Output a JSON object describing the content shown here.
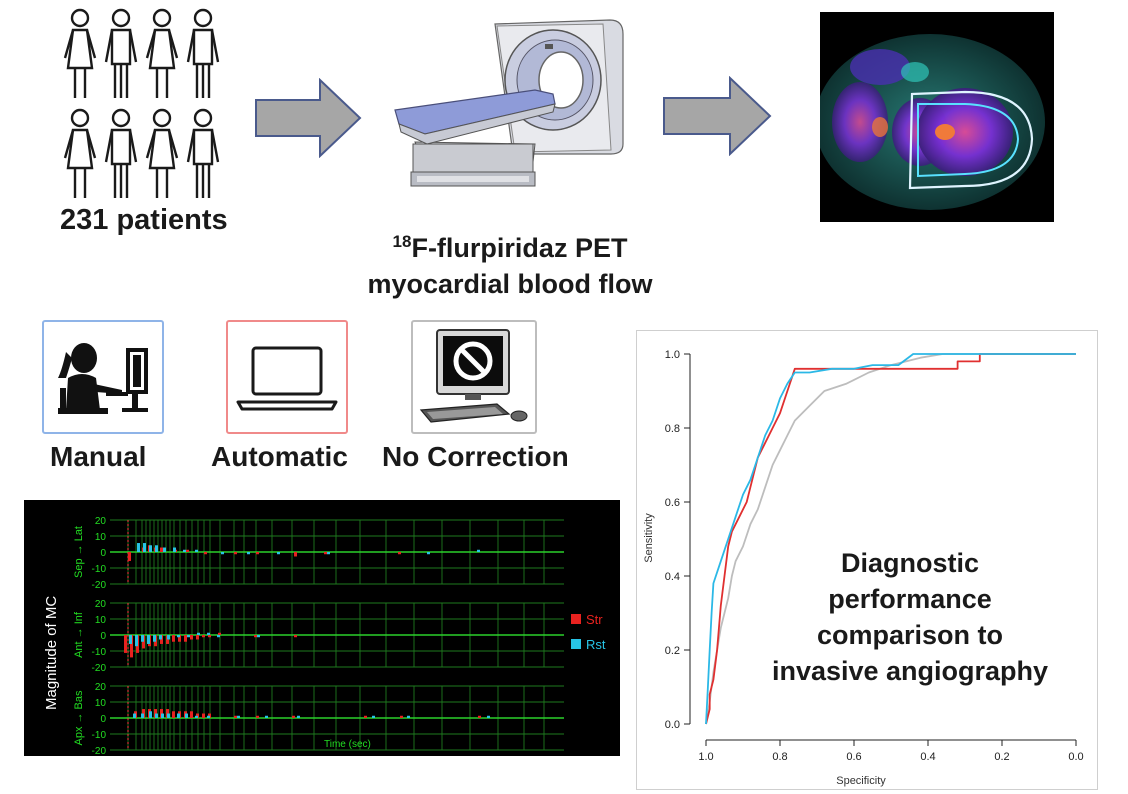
{
  "patients": {
    "label": "231 patients",
    "count": 8
  },
  "pet": {
    "sup": "18",
    "line1_rest": "F-flurpiridaz PET",
    "line2": "myocardial blood flow"
  },
  "methods": [
    {
      "label": "Manual",
      "icon": "person-at-computer-icon",
      "border": "#8fb4e8"
    },
    {
      "label": "Automatic",
      "icon": "laptop-icon",
      "border": "#f08a8a"
    },
    {
      "label": "No Correction",
      "icon": "prohibited-computer-icon",
      "border": "#bdbdbd"
    }
  ],
  "mc_plot": {
    "ylabel": "Magnitude of MC",
    "xlabel": "Time (sec)",
    "panels": [
      {
        "label": "Sep → Lat",
        "ticks": [
          "20",
          "10",
          "0",
          "-10",
          "-20"
        ]
      },
      {
        "label": "Ant → Inf",
        "ticks": [
          "20",
          "10",
          "0",
          "-10",
          "-20"
        ]
      },
      {
        "label": "Apx → Bas",
        "ticks": [
          "20",
          "10",
          "0",
          "-10",
          "-20"
        ]
      }
    ],
    "legend": [
      {
        "name": "Str",
        "color": "#e8221f"
      },
      {
        "name": "Rst",
        "color": "#27c4e6"
      }
    ]
  },
  "roc_text": {
    "line1": "Diagnostic",
    "line2": "performance",
    "line3": "comparison to",
    "line4": "invasive angiography"
  },
  "chart_data": {
    "type": "line",
    "title": "",
    "xlabel": "Specificity",
    "ylabel": "Sensitivity",
    "xlim": [
      1.0,
      0.0
    ],
    "ylim": [
      0.0,
      1.0
    ],
    "x_ticks": [
      "1.0",
      "0.8",
      "0.6",
      "0.4",
      "0.2",
      "0.0"
    ],
    "y_ticks": [
      "0.0",
      "0.2",
      "0.4",
      "0.6",
      "0.8",
      "1.0"
    ],
    "grid": false,
    "series": [
      {
        "color": "#e03030",
        "points": [
          [
            1.0,
            0.0
          ],
          [
            0.99,
            0.04
          ],
          [
            0.99,
            0.08
          ],
          [
            0.98,
            0.12
          ],
          [
            0.97,
            0.2
          ],
          [
            0.96,
            0.32
          ],
          [
            0.95,
            0.4
          ],
          [
            0.94,
            0.48
          ],
          [
            0.93,
            0.52
          ],
          [
            0.91,
            0.56
          ],
          [
            0.89,
            0.6
          ],
          [
            0.88,
            0.64
          ],
          [
            0.86,
            0.72
          ],
          [
            0.84,
            0.76
          ],
          [
            0.82,
            0.8
          ],
          [
            0.8,
            0.84
          ],
          [
            0.78,
            0.9
          ],
          [
            0.76,
            0.96
          ],
          [
            0.7,
            0.96
          ],
          [
            0.62,
            0.96
          ],
          [
            0.5,
            0.96
          ],
          [
            0.4,
            0.96
          ],
          [
            0.32,
            0.96
          ],
          [
            0.32,
            0.98
          ],
          [
            0.26,
            0.98
          ],
          [
            0.26,
            1.0
          ],
          [
            0.0,
            1.0
          ]
        ]
      },
      {
        "color": "#2bb8e6",
        "points": [
          [
            1.0,
            0.0
          ],
          [
            0.995,
            0.1
          ],
          [
            0.99,
            0.2
          ],
          [
            0.985,
            0.3
          ],
          [
            0.98,
            0.38
          ],
          [
            0.96,
            0.44
          ],
          [
            0.94,
            0.5
          ],
          [
            0.92,
            0.56
          ],
          [
            0.9,
            0.62
          ],
          [
            0.88,
            0.66
          ],
          [
            0.86,
            0.72
          ],
          [
            0.84,
            0.78
          ],
          [
            0.82,
            0.82
          ],
          [
            0.8,
            0.88
          ],
          [
            0.78,
            0.92
          ],
          [
            0.76,
            0.95
          ],
          [
            0.72,
            0.95
          ],
          [
            0.66,
            0.96
          ],
          [
            0.6,
            0.96
          ],
          [
            0.55,
            0.97
          ],
          [
            0.48,
            0.97
          ],
          [
            0.44,
            1.0
          ],
          [
            0.0,
            1.0
          ]
        ]
      },
      {
        "color": "#bdbdbd",
        "points": [
          [
            1.0,
            0.0
          ],
          [
            0.99,
            0.06
          ],
          [
            0.98,
            0.14
          ],
          [
            0.97,
            0.2
          ],
          [
            0.96,
            0.26
          ],
          [
            0.95,
            0.3
          ],
          [
            0.94,
            0.34
          ],
          [
            0.93,
            0.4
          ],
          [
            0.92,
            0.44
          ],
          [
            0.9,
            0.48
          ],
          [
            0.88,
            0.54
          ],
          [
            0.86,
            0.58
          ],
          [
            0.84,
            0.64
          ],
          [
            0.82,
            0.7
          ],
          [
            0.8,
            0.74
          ],
          [
            0.78,
            0.78
          ],
          [
            0.76,
            0.82
          ],
          [
            0.72,
            0.86
          ],
          [
            0.68,
            0.9
          ],
          [
            0.62,
            0.92
          ],
          [
            0.56,
            0.95
          ],
          [
            0.5,
            0.97
          ],
          [
            0.42,
            0.99
          ],
          [
            0.36,
            1.0
          ],
          [
            0.0,
            1.0
          ]
        ]
      }
    ]
  }
}
